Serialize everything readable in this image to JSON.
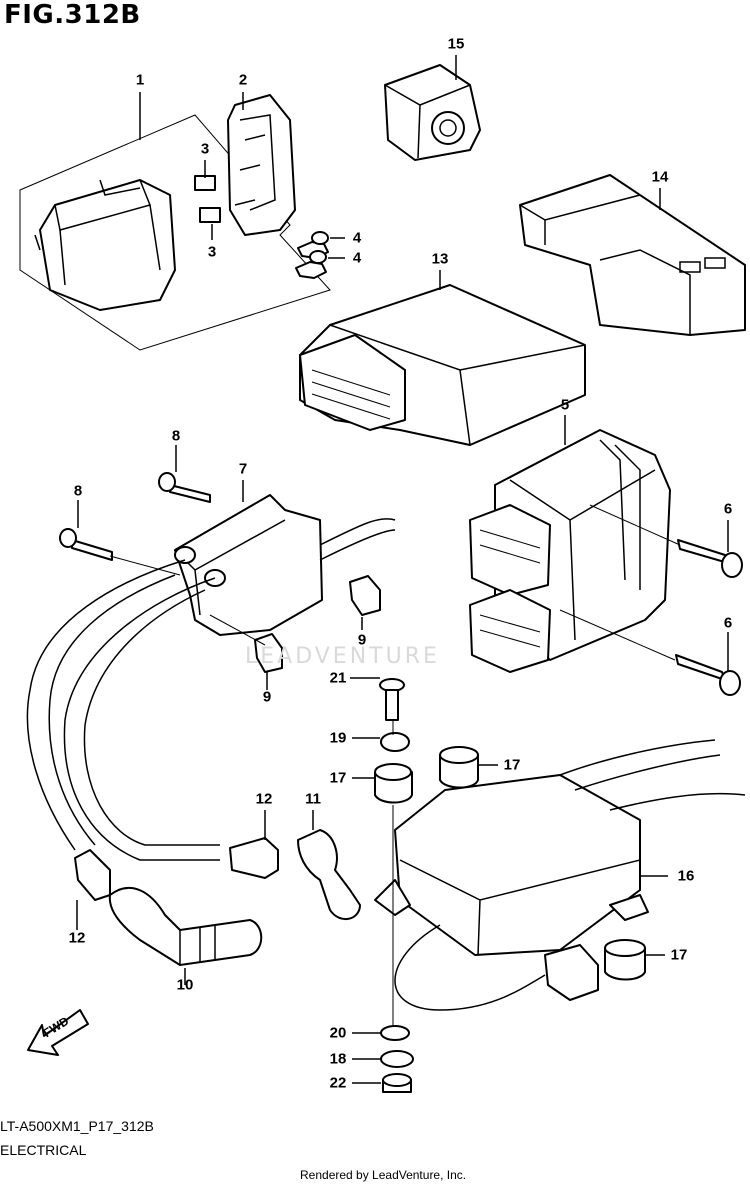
{
  "figure_title": "FIG.312B",
  "footer": {
    "model_code": "LT-A500XM1_P17_312B",
    "section_name": "ELECTRICAL",
    "rendered_by": "Rendered by LeadVenture, Inc."
  },
  "watermark": "LEADVENTURE",
  "fwd_label": "FWD",
  "callouts": {
    "c1": "1",
    "c2": "2",
    "c3a": "3",
    "c3b": "3",
    "c4a": "4",
    "c4b": "4",
    "c5": "5",
    "c6a": "6",
    "c6b": "6",
    "c7": "7",
    "c8a": "8",
    "c8b": "8",
    "c9a": "9",
    "c9b": "9",
    "c10": "10",
    "c11": "11",
    "c12a": "12",
    "c12b": "12",
    "c13": "13",
    "c14": "14",
    "c15": "15",
    "c16": "16",
    "c17a": "17",
    "c17b": "17",
    "c17c": "17",
    "c18": "18",
    "c19": "19",
    "c20": "20",
    "c21": "21",
    "c22": "22"
  }
}
